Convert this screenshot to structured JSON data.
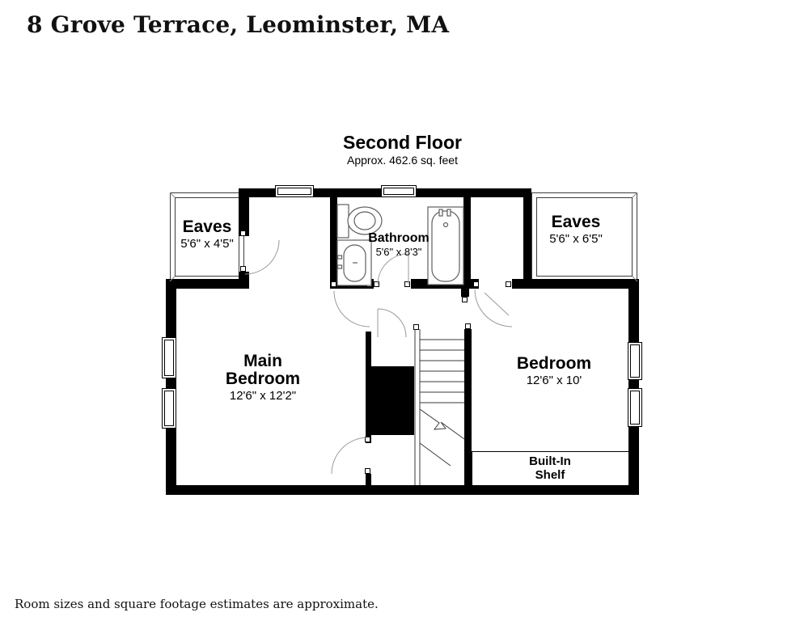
{
  "page": {
    "title": "8 Grove Terrace, Leominster, MA",
    "footer": "Room sizes and square footage estimates are approximate."
  },
  "floor": {
    "name": "Second Floor",
    "area": "Approx. 462.6 sq. feet"
  },
  "rooms": {
    "eaves_left": {
      "name": "Eaves",
      "dims": "5'6\" x 4'5\""
    },
    "bathroom": {
      "name": "Bathroom",
      "dims": "5'6\" x 8'3\""
    },
    "eaves_right": {
      "name": "Eaves",
      "dims": "5'6\" x 6'5\""
    },
    "main_bedroom": {
      "name_line1": "Main",
      "name_line2": "Bedroom",
      "dims": "12'6\" x 12'2\""
    },
    "bedroom": {
      "name": "Bedroom",
      "dims": "12'6\" x 10'"
    },
    "built_in_shelf": {
      "name_line1": "Built-In",
      "name_line2": "Shelf"
    }
  }
}
